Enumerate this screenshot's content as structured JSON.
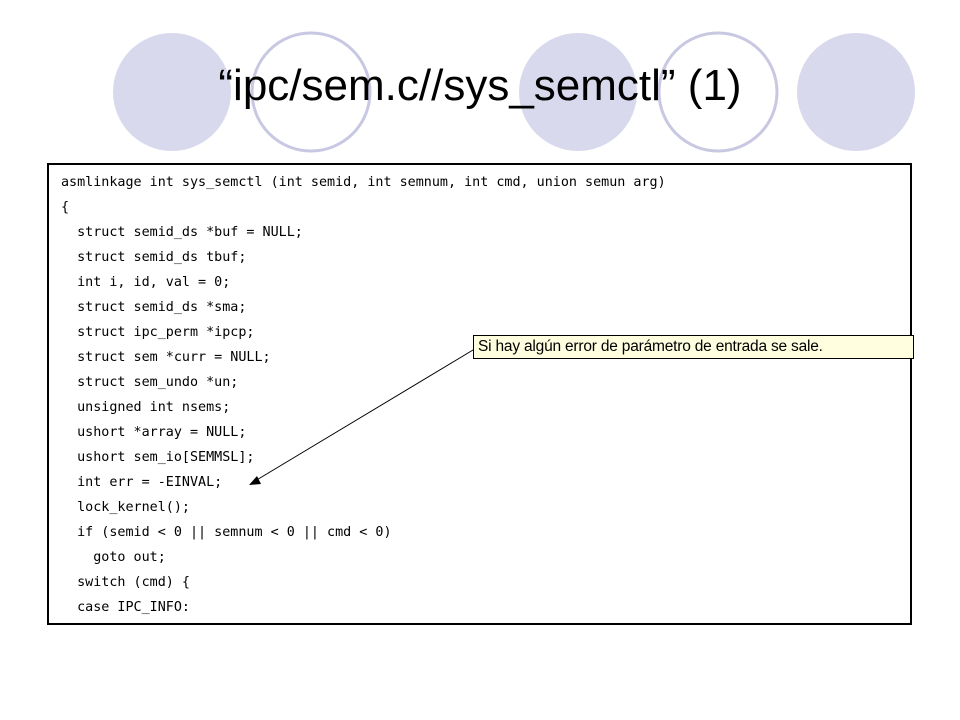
{
  "slide": {
    "title": "“ipc/sem.c//sys_semctl” (1)",
    "code_lines": [
      "asmlinkage int sys_semctl (int semid, int semnum, int cmd, union semun arg)",
      "{",
      "  struct semid_ds *buf = NULL;",
      "  struct semid_ds tbuf;",
      "  int i, id, val = 0;",
      "  struct semid_ds *sma;",
      "  struct ipc_perm *ipcp;",
      "  struct sem *curr = NULL;",
      "  struct sem_undo *un;",
      "  unsigned int nsems;",
      "  ushort *array = NULL;",
      "  ushort sem_io[SEMMSL];",
      "  int err = -EINVAL;",
      "  lock_kernel();",
      "  if (semid < 0 || semnum < 0 || cmd < 0)",
      "    goto out;",
      "  switch (cmd) {",
      "  case IPC_INFO:"
    ],
    "callout_text": "Si hay algún error de parámetro de entrada se sale."
  },
  "colors": {
    "circle_fill": "#d9d9ee",
    "circle_outline": "#c8c8e2",
    "callout_bg": "#ffffe0"
  }
}
